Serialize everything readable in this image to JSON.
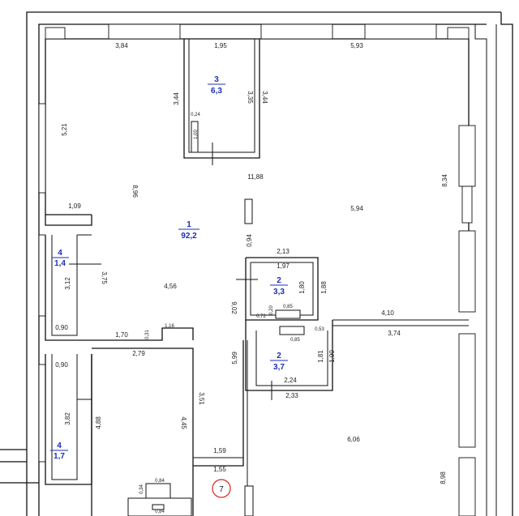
{
  "rooms": [
    {
      "id": "r1",
      "number": "1",
      "area": "92,2"
    },
    {
      "id": "r2a",
      "number": "2",
      "area": "3,3"
    },
    {
      "id": "r2b",
      "number": "2",
      "area": "3,7"
    },
    {
      "id": "r3",
      "number": "3",
      "area": "6,3"
    },
    {
      "id": "r4a",
      "number": "4",
      "area": "1,4"
    },
    {
      "id": "r4b",
      "number": "4",
      "area": "1,7"
    }
  ],
  "dimensions": [
    {
      "id": "d-3-84",
      "text": "3,84"
    },
    {
      "id": "d-1-95",
      "text": "1,95"
    },
    {
      "id": "d-5-93",
      "text": "5,93"
    },
    {
      "id": "d-3-44-left",
      "text": "3,44"
    },
    {
      "id": "d-3-35",
      "text": "3,35"
    },
    {
      "id": "d-3-44-right",
      "text": "3,44"
    },
    {
      "id": "d-0-24",
      "text": "0,24"
    },
    {
      "id": "d-1-00",
      "text": "1,00"
    },
    {
      "id": "d-5-21",
      "text": "5,21"
    },
    {
      "id": "d-11-88",
      "text": "11,88"
    },
    {
      "id": "d-8-96",
      "text": "8,96"
    },
    {
      "id": "d-8-34",
      "text": "8,34"
    },
    {
      "id": "d-1-09",
      "text": "1,09"
    },
    {
      "id": "d-5-94",
      "text": "5,94"
    },
    {
      "id": "d-0-94",
      "text": "0,94"
    },
    {
      "id": "d-2-13",
      "text": "2,13"
    },
    {
      "id": "d-1-97",
      "text": "1,97"
    },
    {
      "id": "d-3-12",
      "text": "3,12"
    },
    {
      "id": "d-3-75",
      "text": "3,75"
    },
    {
      "id": "d-4-56",
      "text": "4,56"
    },
    {
      "id": "d-1-80",
      "text": "1,80"
    },
    {
      "id": "d-1-88",
      "text": "1,88"
    },
    {
      "id": "d-9-02",
      "text": "9,02"
    },
    {
      "id": "d-0-72",
      "text": "0,72"
    },
    {
      "id": "d-0-85-a",
      "text": "0,85"
    },
    {
      "id": "d-0-20",
      "text": "0,20"
    },
    {
      "id": "d-4-10",
      "text": "4,10"
    },
    {
      "id": "d-0-90-a",
      "text": "0,90"
    },
    {
      "id": "d-1-70",
      "text": "1,70"
    },
    {
      "id": "d-0-31",
      "text": "0,31"
    },
    {
      "id": "d-1-16",
      "text": "1,16"
    },
    {
      "id": "d-0-85-b",
      "text": "0,85"
    },
    {
      "id": "d-0-53",
      "text": "0,53"
    },
    {
      "id": "d-3-74",
      "text": "3,74"
    },
    {
      "id": "d-0-90-b",
      "text": "0,90"
    },
    {
      "id": "d-2-79",
      "text": "2,79"
    },
    {
      "id": "d-5-99",
      "text": "5,99"
    },
    {
      "id": "d-1-81",
      "text": "1,81"
    },
    {
      "id": "d-1-90",
      "text": "1,90"
    },
    {
      "id": "d-2-24",
      "text": "2,24"
    },
    {
      "id": "d-3-51",
      "text": "3,51"
    },
    {
      "id": "d-2-33",
      "text": "2,33"
    },
    {
      "id": "d-3-82",
      "text": "3,82"
    },
    {
      "id": "d-4-88",
      "text": "4,88"
    },
    {
      "id": "d-4-45",
      "text": "4,45"
    },
    {
      "id": "d-6-06",
      "text": "6,06"
    },
    {
      "id": "d-1-59",
      "text": "1,59"
    },
    {
      "id": "d-1-55",
      "text": "1,55"
    },
    {
      "id": "d-8-98",
      "text": "8,98"
    },
    {
      "id": "d-0-84-a",
      "text": "0,84"
    },
    {
      "id": "d-0-34",
      "text": "0,34"
    },
    {
      "id": "d-0-84-b",
      "text": "0,84"
    }
  ],
  "marker": {
    "label": "7"
  }
}
